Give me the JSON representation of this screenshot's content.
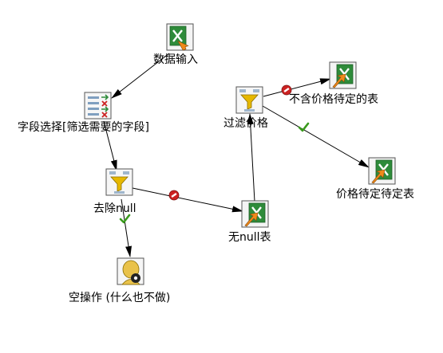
{
  "steps": {
    "data_input": {
      "label": "数据输入",
      "icon": "excel-input-icon"
    },
    "field_select": {
      "label": "字段选择[筛选需要的字段]",
      "icon": "select-values-icon"
    },
    "remove_null": {
      "label": "去除null",
      "icon": "filter-rows-icon"
    },
    "dummy": {
      "label": "空操作 (什么也不做)",
      "icon": "dummy-icon"
    },
    "no_null_table": {
      "label": "无null表",
      "icon": "excel-output-icon"
    },
    "price_filter": {
      "label": "过滤价格",
      "icon": "filter-rows-icon"
    },
    "no_pending": {
      "label": "不含价格待定的表",
      "icon": "excel-output-icon"
    },
    "pending": {
      "label": "价格待定待定表",
      "icon": "excel-output-icon"
    }
  },
  "hops": [
    {
      "from": "data_input",
      "to": "field_select",
      "marker": "none"
    },
    {
      "from": "field_select",
      "to": "remove_null",
      "marker": "none"
    },
    {
      "from": "remove_null",
      "to": "dummy",
      "marker": "true-check"
    },
    {
      "from": "remove_null",
      "to": "no_null_table",
      "marker": "false-stop"
    },
    {
      "from": "no_null_table",
      "to": "price_filter",
      "marker": "none"
    },
    {
      "from": "price_filter",
      "to": "no_pending",
      "marker": "false-stop"
    },
    {
      "from": "price_filter",
      "to": "pending",
      "marker": "true-check"
    }
  ],
  "colors": {
    "hop_line": "#000000",
    "check_green": "#3a9a1c",
    "stop_red": "#cc2222",
    "excel_green": "#2e8b3a",
    "output_orange": "#f08a1a",
    "filter_yellow": "#e6b800"
  }
}
